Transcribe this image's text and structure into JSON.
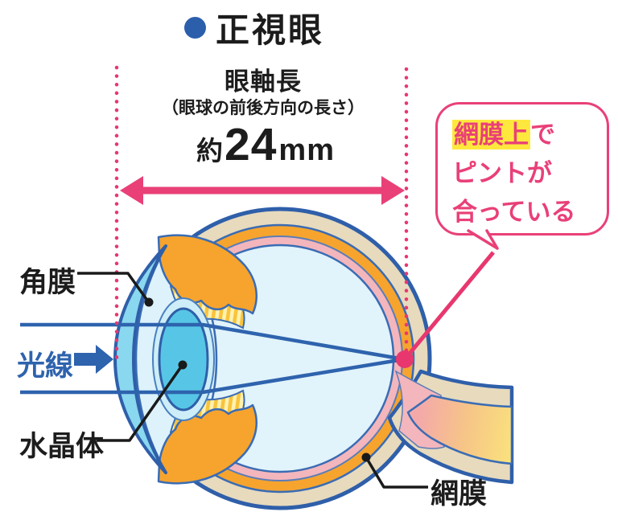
{
  "title": {
    "text": "正視眼"
  },
  "measurement": {
    "label": "眼軸長",
    "sublabel": "（眼球の前後方向の長さ）",
    "prefix": "約",
    "value": "24",
    "unit": "mm"
  },
  "labels": {
    "cornea": "角膜",
    "light_ray": "光線",
    "lens": "水晶体",
    "retina": "網膜"
  },
  "bubble": {
    "highlight": "網膜上",
    "line1_rest": "で",
    "line2": "ピントが",
    "line3": "合っている"
  },
  "colors": {
    "accent_pink": "#e94077",
    "highlight_yellow": "#ffe83d",
    "title_bullet_blue": "#2b5fac",
    "ray_blue": "#2e63ad",
    "eye_outline_blue": "#2f5fa9",
    "sclera_tan": "#e7dabd",
    "choroid_orange": "#f6a42e",
    "retina_pink": "#f3b6bc",
    "vitreous_blue": "#e1f3fb",
    "cornea_blue": "#8ad7f0",
    "lens_cyan": "#57c6e6",
    "nerve_yellow": "#fae07d"
  }
}
